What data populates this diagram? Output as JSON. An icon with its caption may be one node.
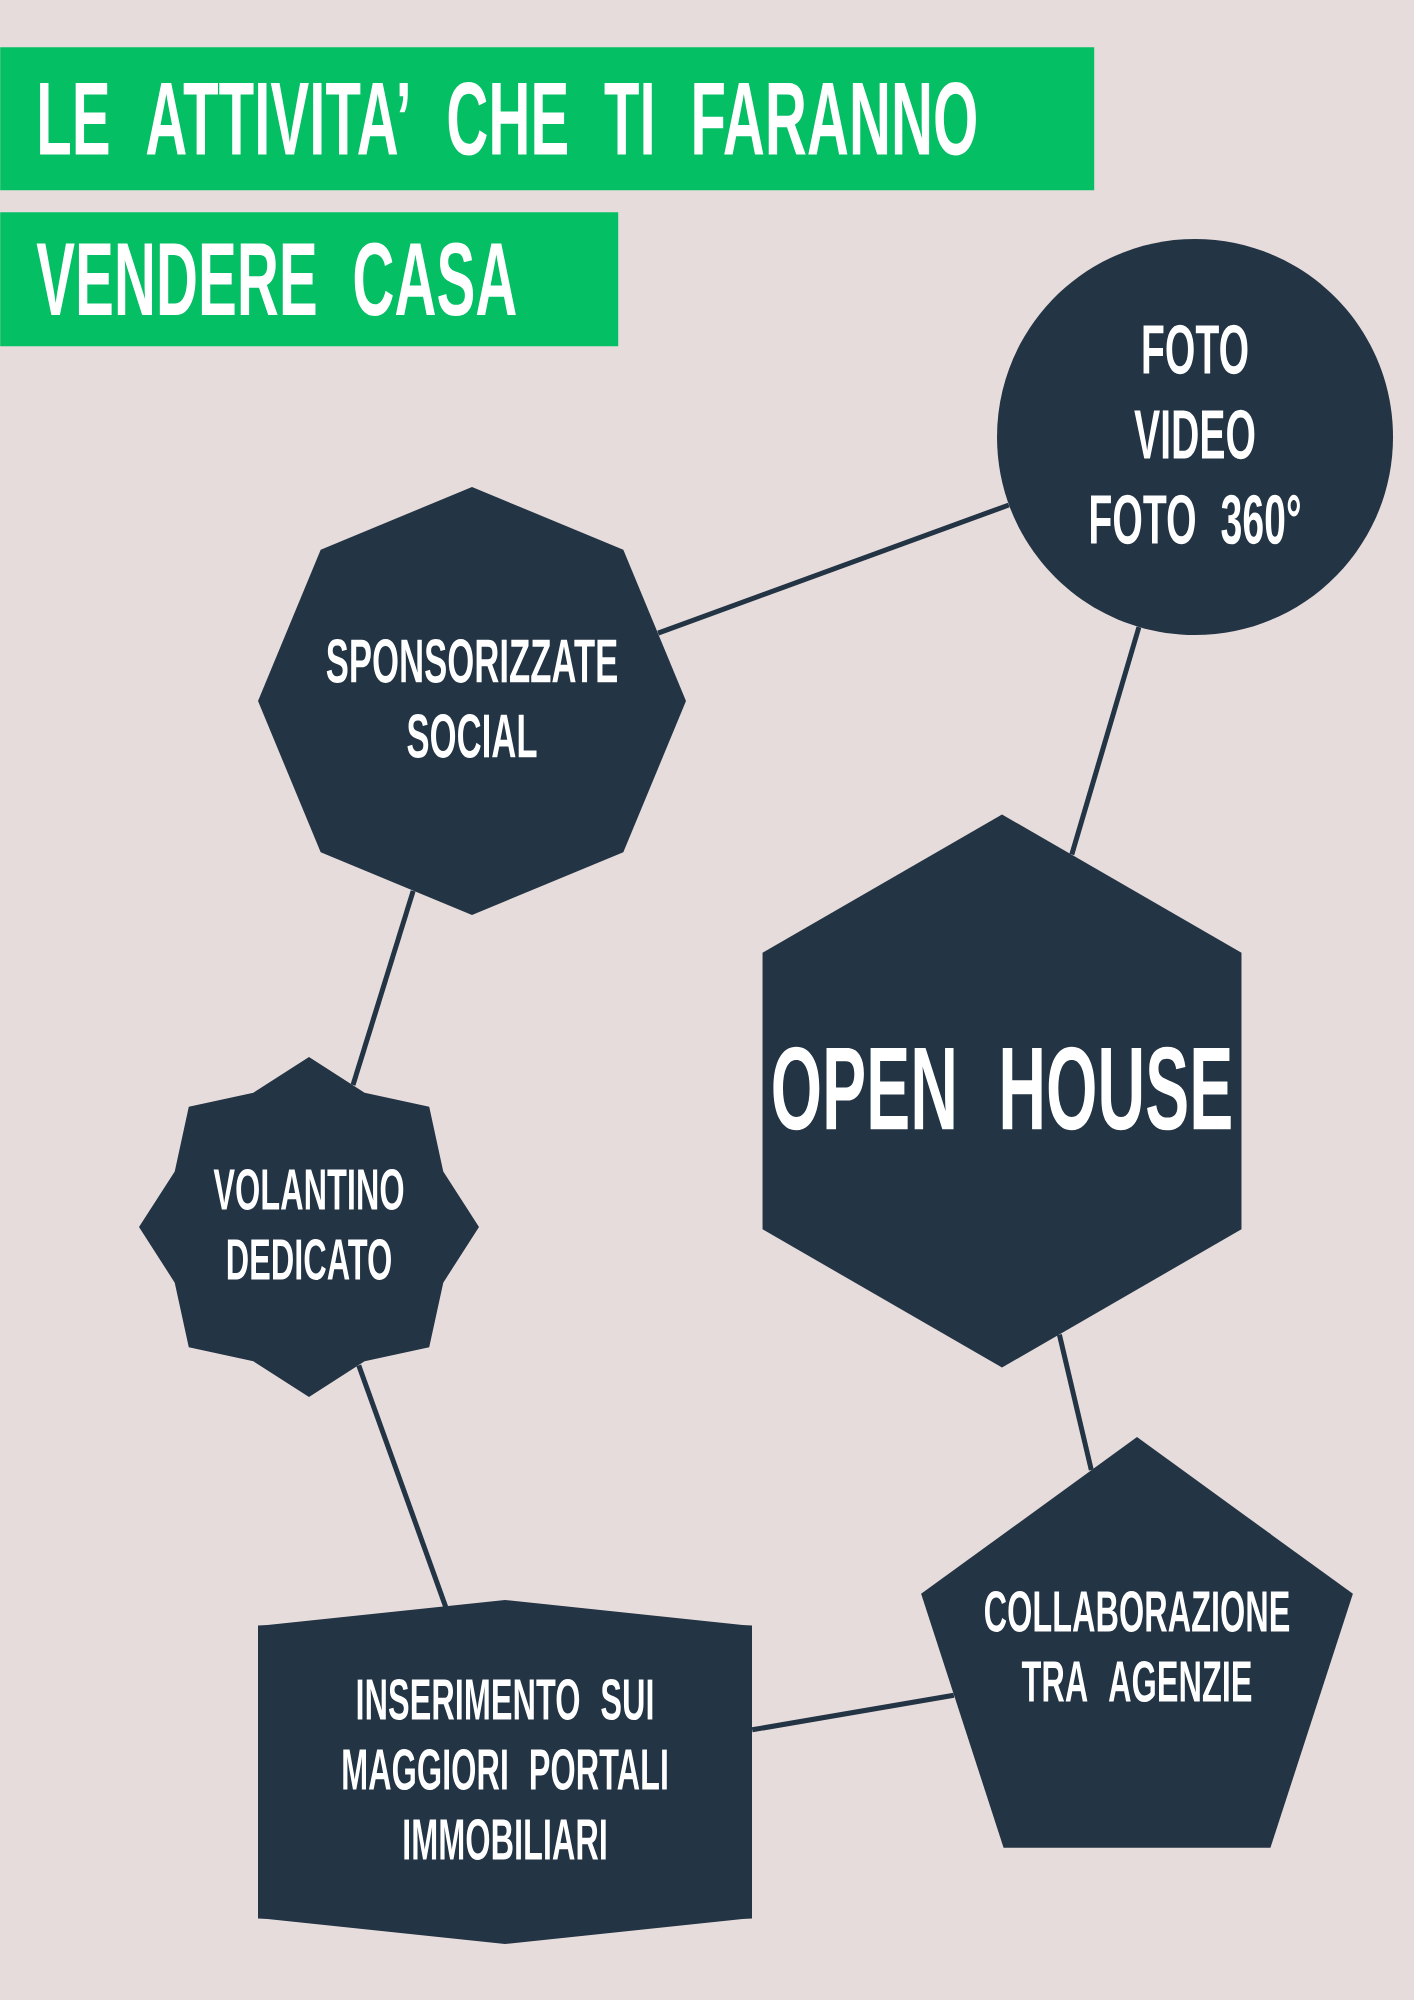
{
  "diagram": {
    "title": "LE ATTIVITA’ CHE TI FARANNO",
    "nodes": [
      {
        "text": [
          "FOTO",
          "VIDEO",
          "FOTO 360°"
        ]
      },
      {
        "text": [
          "SPONSORIZZATE SOCIAL"
        ]
      },
      {
        "text": [
          "OPEN HOUSE"
        ]
      },
      {
        "text": [
          "VOLANTINO DEDICATO"
        ]
      },
      {
        "text": [
          "COLLABORAZIONE TRA AGENZIE"
        ]
      },
      {
        "text": [
          "INSERIMENTO SUI MAGGIORI PORTALI IMMOBILIARI"
        ]
      }
    ],
    "edges": [
      {
        "from": 0,
        "to": 1,
        "arrow": "none"
      },
      {
        "from": 0,
        "to": 2,
        "arrow": "none"
      },
      {
        "from": 1,
        "to": 3,
        "arrow": "none"
      },
      {
        "from": 2,
        "to": 4,
        "arrow": "none"
      },
      {
        "from": 3,
        "to": 5,
        "arrow": "none"
      },
      {
        "from": 5,
        "to": 4,
        "arrow": "none"
      }
    ],
    "labels": [
      "VENDERE CASA"
    ]
  }
}
